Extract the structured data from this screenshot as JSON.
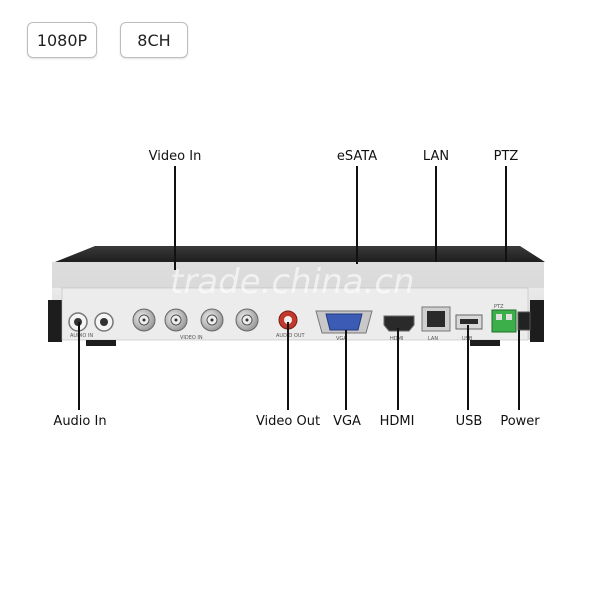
{
  "badges": {
    "resolution": "1080P",
    "channels": "8CH"
  },
  "callouts": {
    "video_in": "Video In",
    "esata": "eSATA",
    "lan": "LAN",
    "ptz": "PTZ",
    "audio_in": "Audio In",
    "video_out": "Video Out",
    "vga": "VGA",
    "hdmi": "HDMI",
    "usb": "USB",
    "power": "Power"
  },
  "panel_labels": {
    "audio_in": "AUDIO IN",
    "video_in": "VIDEO IN",
    "audio_out": "AUDIO OUT",
    "vga": "VGA",
    "hdmi": "HDMI",
    "lan": "LAN",
    "usb": "USB",
    "ptz": "PTZ"
  },
  "watermark": "trade.china.cn",
  "colors": {
    "device_top": "#2b2b2b",
    "panel": "#e6e6e6",
    "bnc": "#c9c9c9",
    "vga": "#3b5bb5",
    "audio_out": "#c0392b",
    "ptz_terminal": "#3cae4a"
  }
}
